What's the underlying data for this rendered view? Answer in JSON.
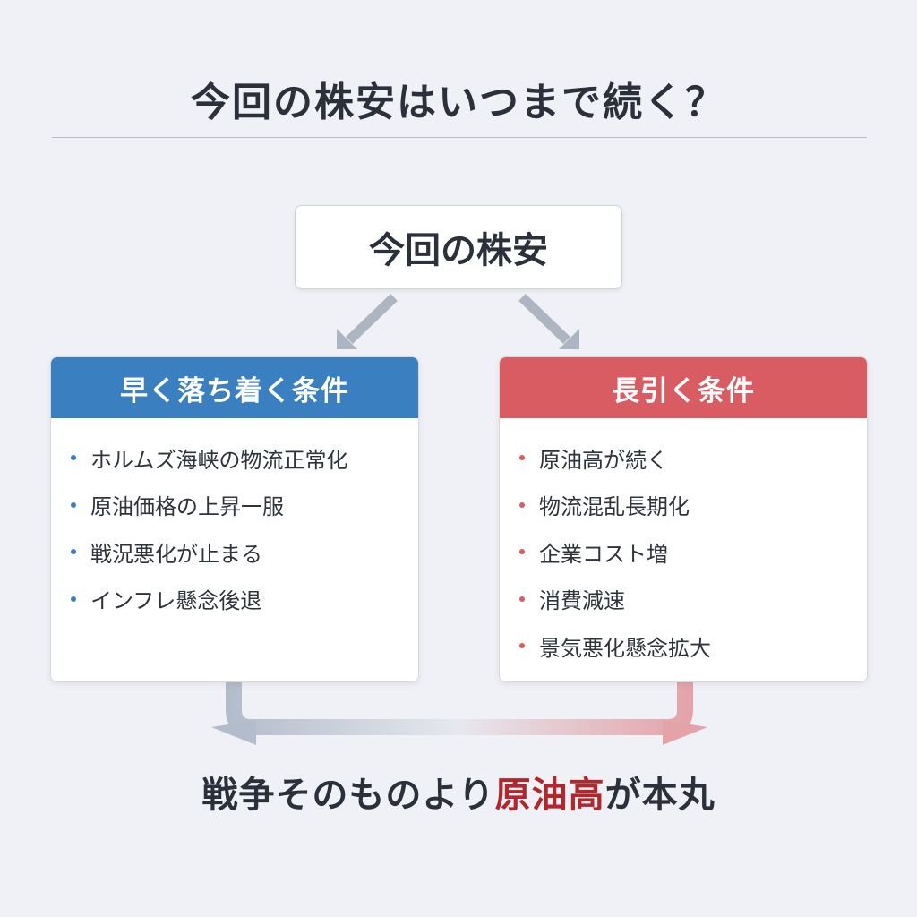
{
  "title": "今回の株安はいつまで続く？",
  "top_box": {
    "label": "今回の株安"
  },
  "left_card": {
    "heading": "早く落ち着く条件",
    "items": [
      "ホルムズ海峡の物流正常化",
      "原油価格の上昇一服",
      "戦況悪化が止まる",
      "インフレ懸念後退"
    ]
  },
  "right_card": {
    "heading": "長引く条件",
    "items": [
      "原油高が続く",
      "物流混乱長期化",
      "企業コスト増",
      "消費減速",
      "景気悪化懸念拡大"
    ]
  },
  "conclusion": {
    "prefix": "戦争そのものより",
    "highlight": "原油高",
    "suffix": "が本丸"
  },
  "colors": {
    "background": "#f0f1f6",
    "calm_accent": "#3a7fc0",
    "prolonged_accent": "#d95c63",
    "highlight_text": "#b3262b",
    "arrow_gray": "#aeb5c2"
  }
}
